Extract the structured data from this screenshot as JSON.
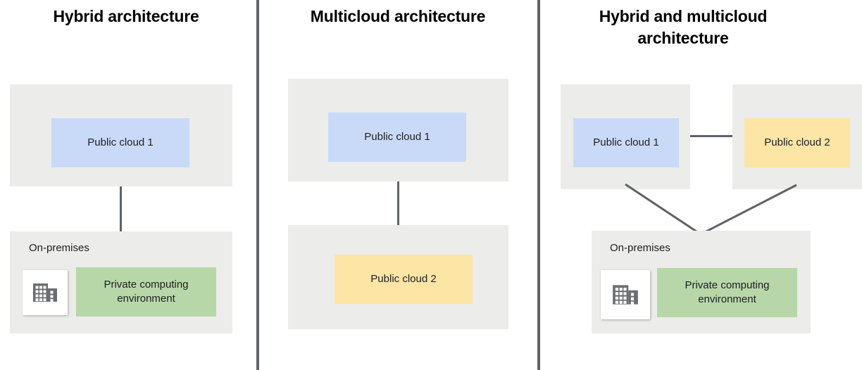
{
  "diagram": {
    "title_hidden": "Cloud deployment architecture comparison",
    "colors": {
      "zone_gray": "#ececea",
      "public_cloud_1": "#c9daf8",
      "public_cloud_2": "#fce5a5",
      "private_environment": "#b7d7a8",
      "connector": "#5f6368",
      "divider": "#5f6368",
      "text": "#202124",
      "background": "#ffffff"
    }
  },
  "panels": [
    {
      "id": "hybrid",
      "title": "Hybrid architecture",
      "cloud_box": {
        "label": "Public cloud 1",
        "color": "#c9daf8"
      },
      "onprem": {
        "zone_label": "On-premises",
        "icon": "building-icon",
        "box": {
          "label": "Private computing environment",
          "color": "#b7d7a8"
        }
      }
    },
    {
      "id": "multicloud",
      "title": "Multicloud architecture",
      "cloud_box_top": {
        "label": "Public cloud 1",
        "color": "#c9daf8"
      },
      "cloud_box_bottom": {
        "label": "Public cloud 2",
        "color": "#fce5a5"
      }
    },
    {
      "id": "hybrid-and-multicloud",
      "title": "Hybrid and multicloud architecture",
      "cloud_box_left": {
        "label": "Public cloud 1",
        "color": "#c9daf8"
      },
      "cloud_box_right": {
        "label": "Public cloud 2",
        "color": "#fce5a5"
      },
      "onprem": {
        "zone_label": "On-premises",
        "icon": "building-icon",
        "box": {
          "label": "Private computing environment",
          "color": "#b7d7a8"
        }
      }
    }
  ]
}
